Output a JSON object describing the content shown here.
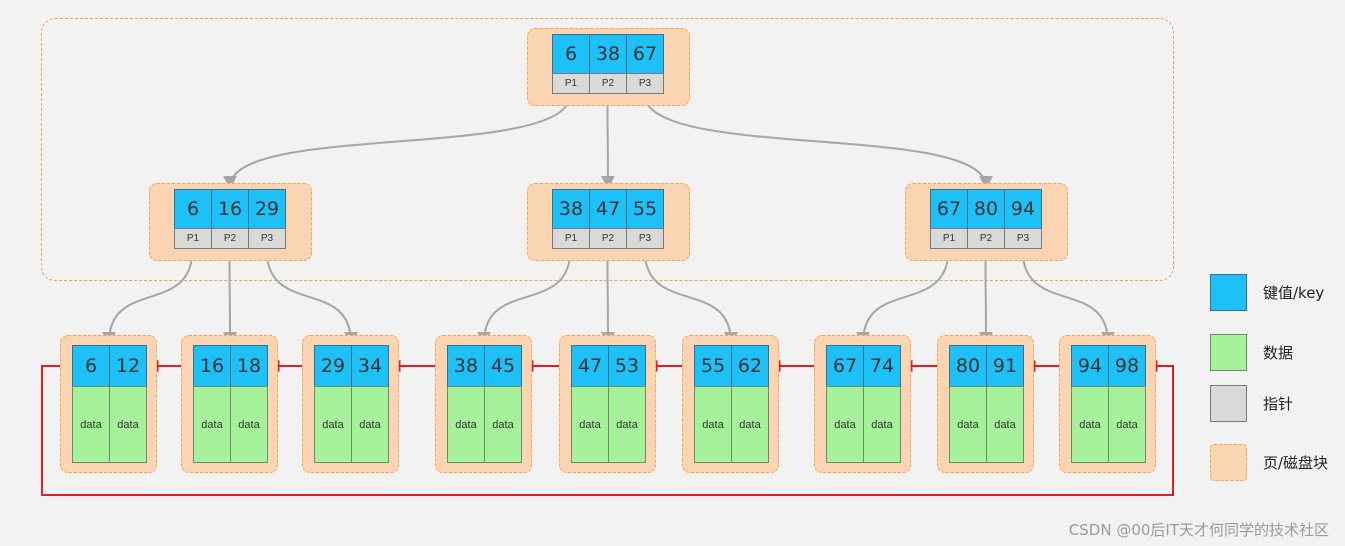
{
  "colors": {
    "key": "#1ec0f8",
    "pointer": "#d9d9d9",
    "data": "#a5f29a",
    "page": "#fbd4b4",
    "page_border": "#f5a54a",
    "tree_arrow": "#a6a6a6",
    "leaf_link": "#e02020"
  },
  "root": {
    "keys": [
      "6",
      "38",
      "67"
    ],
    "pointers": [
      "P1",
      "P2",
      "P3"
    ]
  },
  "internal": [
    {
      "keys": [
        "6",
        "16",
        "29"
      ],
      "pointers": [
        "P1",
        "P2",
        "P3"
      ]
    },
    {
      "keys": [
        "38",
        "47",
        "55"
      ],
      "pointers": [
        "P1",
        "P2",
        "P3"
      ]
    },
    {
      "keys": [
        "67",
        "80",
        "94"
      ],
      "pointers": [
        "P1",
        "P2",
        "P3"
      ]
    }
  ],
  "leaves": [
    {
      "keys": [
        "6",
        "12"
      ],
      "data": [
        "data",
        "data"
      ]
    },
    {
      "keys": [
        "16",
        "18"
      ],
      "data": [
        "data",
        "data"
      ]
    },
    {
      "keys": [
        "29",
        "34"
      ],
      "data": [
        "data",
        "data"
      ]
    },
    {
      "keys": [
        "38",
        "45"
      ],
      "data": [
        "data",
        "data"
      ]
    },
    {
      "keys": [
        "47",
        "53"
      ],
      "data": [
        "data",
        "data"
      ]
    },
    {
      "keys": [
        "55",
        "62"
      ],
      "data": [
        "data",
        "data"
      ]
    },
    {
      "keys": [
        "67",
        "74"
      ],
      "data": [
        "data",
        "data"
      ]
    },
    {
      "keys": [
        "80",
        "91"
      ],
      "data": [
        "data",
        "data"
      ]
    },
    {
      "keys": [
        "94",
        "98"
      ],
      "data": [
        "data",
        "data"
      ]
    }
  ],
  "legend": [
    {
      "label": "键值/key",
      "swatch": "key"
    },
    {
      "label": "数据",
      "swatch": "data"
    },
    {
      "label": "指针",
      "swatch": "pointer"
    },
    {
      "label": "页/磁盘块",
      "swatch": "page"
    }
  ],
  "watermark": "CSDN @00后IT天才何同学的技术社区"
}
